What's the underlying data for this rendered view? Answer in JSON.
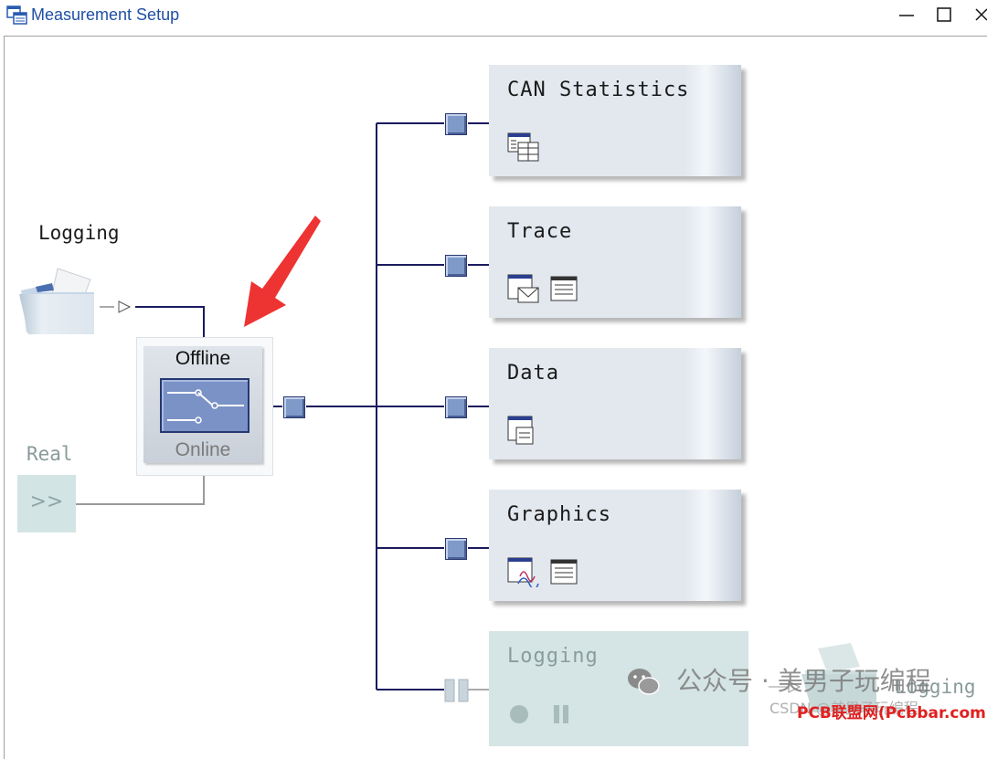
{
  "window": {
    "title": "Measurement Setup",
    "minimize_label": "Minimize",
    "maximize_label": "Maximize",
    "close_label": "Close"
  },
  "source": {
    "logging_label": "Logging",
    "real_label": "Real",
    "real_glyph": ">>"
  },
  "switch": {
    "offline_label": "Offline",
    "online_label": "Online"
  },
  "blocks": [
    {
      "title": "CAN Statistics",
      "icons": [
        "statistics-table-icon"
      ]
    },
    {
      "title": "Trace",
      "icons": [
        "trace-window-icon",
        "config-sheet-icon"
      ]
    },
    {
      "title": "Data",
      "icons": [
        "data-window-icon"
      ]
    },
    {
      "title": "Graphics",
      "icons": [
        "graphics-window-icon",
        "config-sheet-icon"
      ]
    },
    {
      "title": "Logging",
      "icons": [
        "record-icon",
        "pause-icon"
      ],
      "disabled": true
    }
  ],
  "logging_output": {
    "label": "Logging"
  },
  "watermark": {
    "text": "公众号 · 美男子玩编程",
    "sub": "CSDN @美男子玩编程",
    "site": "PCB联盟网(Pcbbar.com)"
  },
  "colors": {
    "wire": "#1a1a5e",
    "node": "#7f9ac9",
    "card": "#e3e8ef",
    "disabled_card": "#d5e4e4",
    "arrow": "#ee3333",
    "title": "#1f4fa3"
  }
}
